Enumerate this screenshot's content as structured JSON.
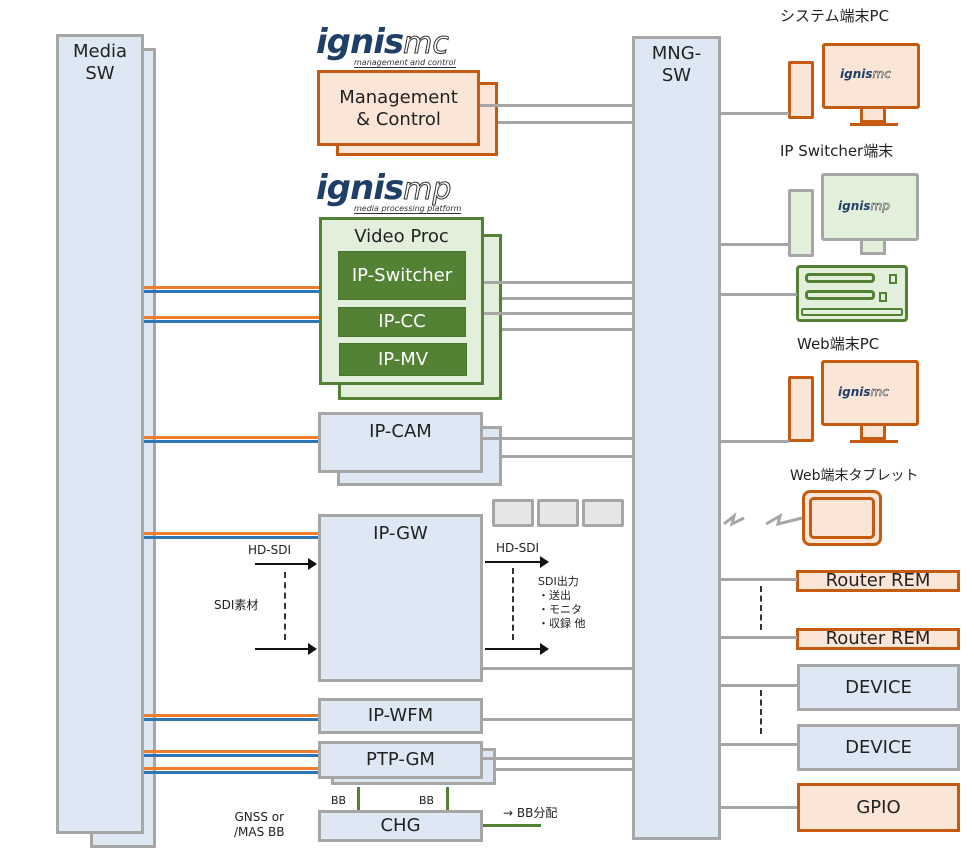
{
  "colors": {
    "switch_fill": "#dde8f4",
    "switch_border": "#a6a6a6",
    "mc_fill": "#fbe5d6",
    "mc_border": "#c55a11",
    "mp_fill": "#e2efda",
    "mp_border": "#548235",
    "media_line_a": "#ed7d31",
    "media_line_b": "#2e75b6",
    "mng_line": "#a6a6a6"
  },
  "media_sw": {
    "label_line1": "Media",
    "label_line2": "SW"
  },
  "mng_sw": {
    "label_line1": "MNG-",
    "label_line2": "SW"
  },
  "logos": {
    "mc": {
      "brand": "ignis",
      "suffix": "mc",
      "tagline": "management and control"
    },
    "mp": {
      "brand": "ignis",
      "suffix": "mp",
      "tagline": "media processing platform"
    }
  },
  "mc_box": {
    "line1": "Management",
    "line2": "& Control"
  },
  "video_proc": {
    "title": "Video Proc",
    "modules": [
      "IP-Switcher",
      "IP-CC",
      "IP-MV"
    ]
  },
  "ip_cam": {
    "label": "IP-CAM"
  },
  "ip_gw": {
    "label": "IP-GW",
    "input_signal": "HD-SDI",
    "input_caption": "SDI素材",
    "output_signal": "HD-SDI",
    "output_caption": "SDI出力",
    "output_items": [
      "・送出",
      "・モニタ",
      "・収録 他"
    ]
  },
  "ip_wfm": {
    "label": "IP-WFM"
  },
  "ptp_gm": {
    "label": "PTP-GM"
  },
  "chg": {
    "label": "CHG",
    "bb_left": "BB",
    "bb_right": "BB",
    "input_line1": "GNSS or",
    "input_line2": "/MAS BB",
    "output_label": "→ BB分配"
  },
  "terminals": {
    "system_pc": {
      "label": "システム端末PC",
      "screen_brand": "ignis",
      "screen_suffix": "mc"
    },
    "ip_switcher": {
      "label": "IP Switcher端末",
      "screen_brand": "ignis",
      "screen_suffix": "mp"
    },
    "web_pc": {
      "label": "Web端末PC",
      "screen_brand": "ignis",
      "screen_suffix": "mc"
    },
    "web_tablet": {
      "label": "Web端末タブレット"
    }
  },
  "devices": [
    {
      "label": "Router REM",
      "kind": "orange"
    },
    {
      "label": "Router REM",
      "kind": "orange"
    },
    {
      "label": "DEVICE",
      "kind": "blue"
    },
    {
      "label": "DEVICE",
      "kind": "blue"
    },
    {
      "label": "GPIO",
      "kind": "orange"
    }
  ]
}
